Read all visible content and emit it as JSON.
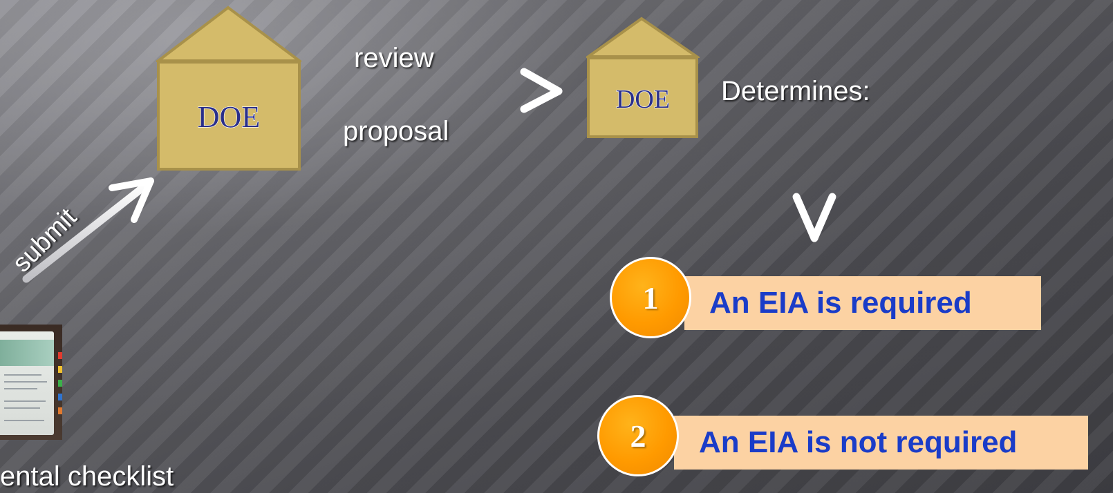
{
  "colors": {
    "house_fill": "#d4bb6a",
    "house_border": "#a8914a",
    "doe_text": "#2a2f8a",
    "arrow": "#ffffff",
    "option_box": "#fcd2a3",
    "option_text": "#1a3cc8",
    "circle_fill": "#ff9a00"
  },
  "houses": {
    "left": {
      "label": "DOE"
    },
    "right": {
      "label": "DOE"
    }
  },
  "arrow_labels": {
    "top": "review",
    "bottom": "proposal",
    "submit": "submit"
  },
  "determines_label": "Determines:",
  "checklist_caption": "ental checklist",
  "options": [
    {
      "number": "1",
      "text": "An EIA is required"
    },
    {
      "number": "2",
      "text": "An EIA is not required"
    }
  ]
}
